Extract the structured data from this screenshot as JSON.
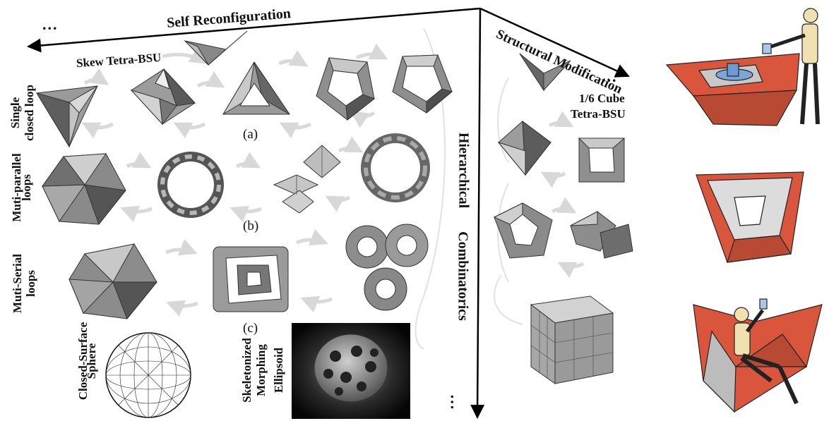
{
  "axes": {
    "self_reconfiguration": "Self Reconfiguration",
    "structural_modification": "Structural Modification",
    "hierarchical": "Hierarchical",
    "combinatorics": "Combinatorics",
    "ellipsis": "..."
  },
  "labels": {
    "skew_tetra_bsu": "Skew Tetra-BSU",
    "cube_line1": "1/6 Cube",
    "cube_line2": "Tetra-BSU",
    "row1_line1": "Single",
    "row1_line2": "closed loop",
    "row2_line1": "Muti-parallel",
    "row2_line2": "loops",
    "row3_line1": "Muti-Serial",
    "row3_line2": "loops",
    "sphere_line1": "Closed-Surface",
    "sphere_line2": "Sphere",
    "ellipsoid_line1": "Skeletonized",
    "ellipsoid_line2": "Morphing",
    "ellipsoid_line3": "Ellipsoid"
  },
  "subfigures": {
    "a": "(a)",
    "b": "(b)",
    "c": "(c)"
  },
  "colors": {
    "face_light": "#d6d6d6",
    "face_mid": "#9a9a9a",
    "face_dark": "#5a5a5a",
    "accent_red": "#d9563c",
    "figure_skin": "#efe2b0",
    "arrow_gray": "#dcdcdc"
  }
}
